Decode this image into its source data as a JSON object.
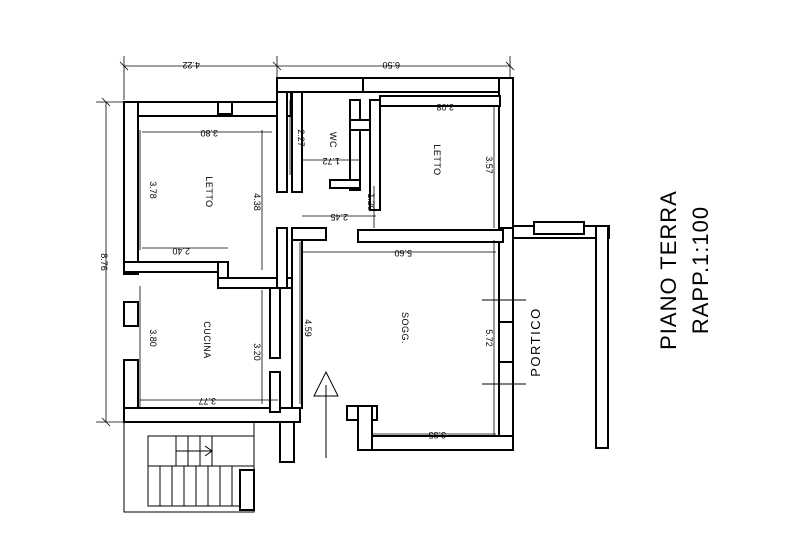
{
  "title": {
    "line1": "PIANO TERRA",
    "line2": "RAPP.1:100"
  },
  "rooms": {
    "letto_left": "LETTO",
    "letto_right": "LETTO",
    "wc": "WC",
    "cucina": "CUCINA",
    "soggiorno": "SOGG.",
    "portico": "PORTICO"
  },
  "dimensions": {
    "overall_top_left": "4.22",
    "overall_top_right": "6.50",
    "overall_left": "8.76",
    "letto_left_width": "3.80",
    "letto_left_height": "3.78",
    "letto_left_inner": "4.38",
    "letto_left_bottom": "2.40",
    "wc_height": "2.27",
    "wc_width": "1.72",
    "letto_right_width": "3.08",
    "letto_right_height": "3.57",
    "corridor_width": "2.45",
    "corridor_height": "1.20",
    "cucina_height": "3.80",
    "cucina_inner": "3.20",
    "cucina_width": "3.77",
    "sogg_height_left": "4.59",
    "sogg_width_top": "5.60",
    "sogg_height_right": "5.72",
    "sogg_width_bottom": "3.35"
  }
}
